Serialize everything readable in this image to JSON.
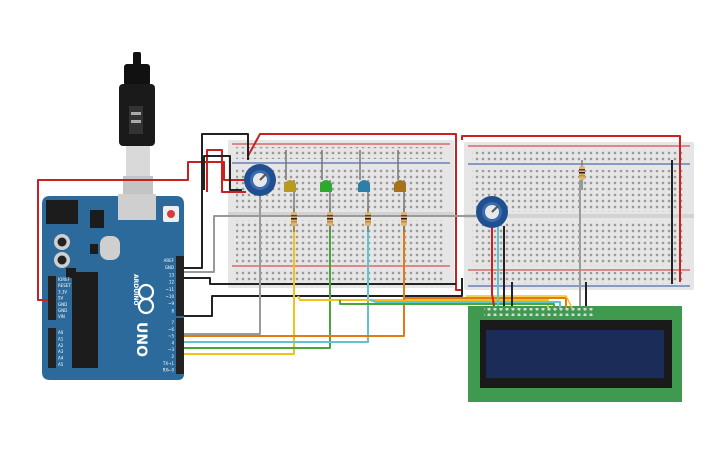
{
  "colors": {
    "background": "#ffffff",
    "arduino_board": "#2b6a9a",
    "arduino_dark": "#1f4f74",
    "breadboard": "#e6e6e6",
    "breadboard_hole": "#9a9a9a",
    "rail_red": "#d12c2c",
    "rail_blue": "#2a4fa0",
    "lcd_pcb": "#3f9a4f",
    "lcd_screen": "#1b2c58",
    "wire_red": "#cc1f1f",
    "wire_black": "#222222",
    "wire_gray": "#9a9a9a",
    "wire_yellow": "#f2c21a",
    "wire_green": "#4aa63a",
    "wire_cyan": "#5ec4cf",
    "wire_orange": "#e37b14",
    "led_yellow": "#b89a1e",
    "led_green": "#2fa82f",
    "led_blue": "#2b7fa8",
    "led_orange": "#a8721a",
    "pot_body": "#1f4f8f"
  },
  "arduino": {
    "brand": "ARDUINO",
    "model": "UNO",
    "power_labels": [
      "IOREF",
      "RESET",
      "3.3V",
      "5V",
      "GND",
      "GND",
      "VIN"
    ],
    "analog_labels": [
      "A0",
      "A1",
      "A2",
      "A3",
      "A4",
      "A5"
    ],
    "header_labels": [
      "AREF",
      "GND",
      "13",
      "12",
      "~11",
      "~10",
      "~9",
      "8"
    ],
    "digital_labels": [
      "7",
      "~6",
      "~5",
      "4",
      "~3",
      "2",
      "TX→1",
      "RX←0"
    ]
  },
  "components": {
    "leds": [
      "led_yellow",
      "led_green",
      "led_blue",
      "led_orange"
    ],
    "icons": [
      "usb-cable-icon",
      "potentiometer-icon",
      "led-icon",
      "resistor-icon",
      "lcd-display-icon"
    ]
  }
}
